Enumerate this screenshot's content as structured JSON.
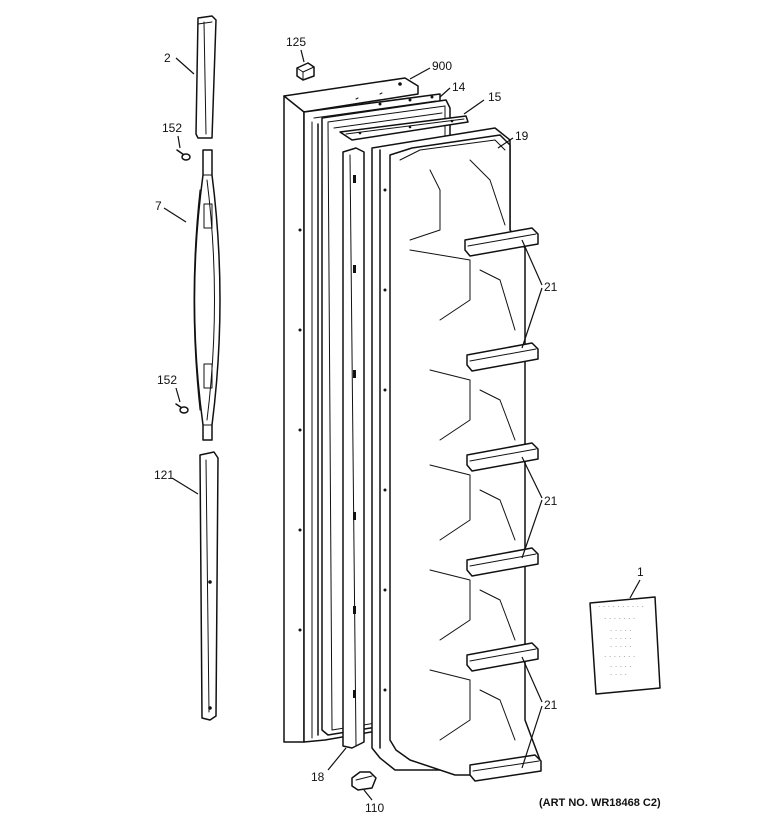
{
  "labels": {
    "p2": "2",
    "p152a": "152",
    "p7": "7",
    "p152b": "152",
    "p121": "121",
    "p125": "125",
    "p900": "900",
    "p14": "14",
    "p15": "15",
    "p19": "19",
    "p21a": "21",
    "p21b": "21",
    "p21c": "21",
    "p1": "1",
    "p18": "18",
    "p110": "110"
  },
  "art_number": "(ART NO. WR18468 C2)"
}
